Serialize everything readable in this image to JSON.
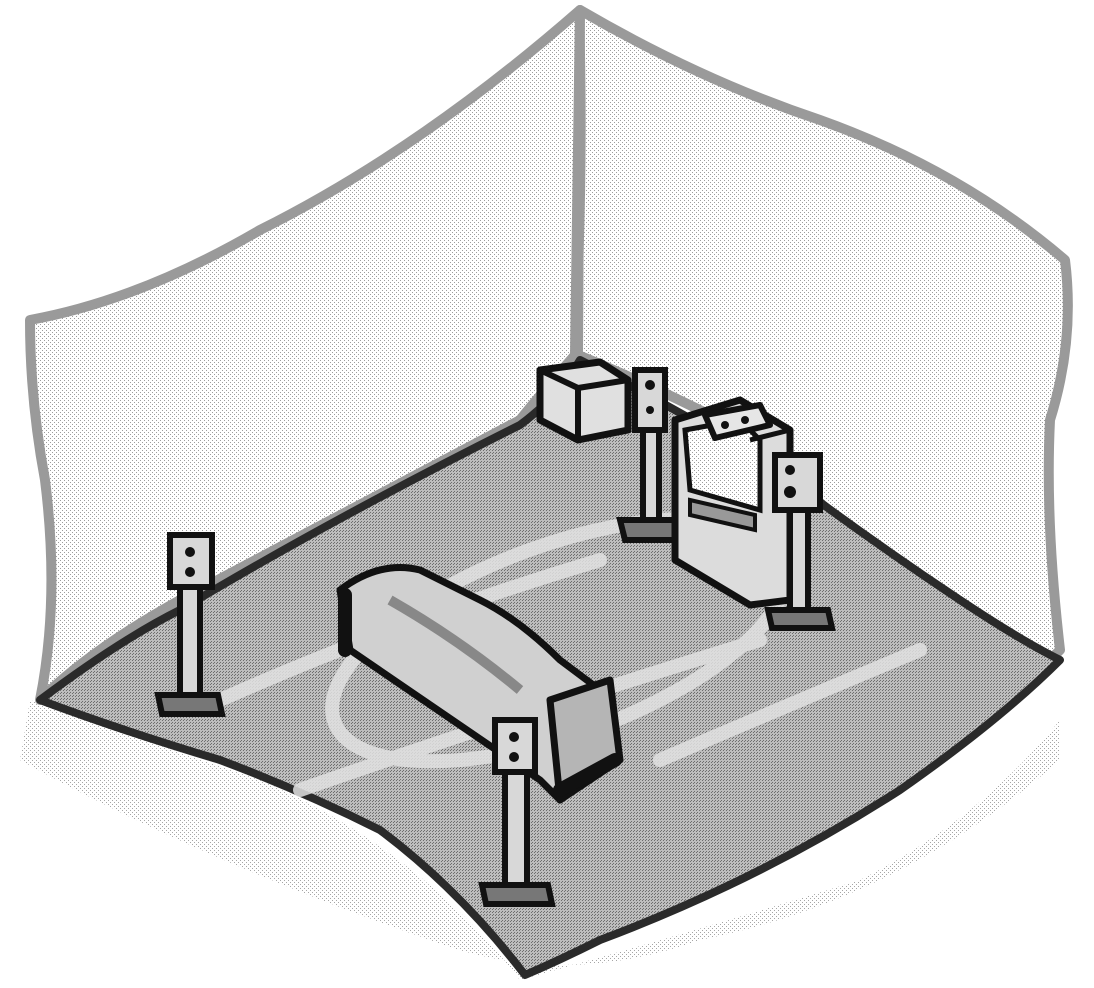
{
  "colors": {
    "background": "#ffffff",
    "wall_fill": "#e6e6e6",
    "wall_outline": "#9a9a9a",
    "floor_fill": "#a9a9a9",
    "floor_edge": "#3a3a3a",
    "floor_highlight": "#d0d0d0",
    "furniture_fill": "#cfcfcf",
    "furniture_dark": "#8a8a8a",
    "ink": "#111111"
  },
  "scene": {
    "room": [
      "back-left-wall",
      "back-right-wall",
      "floor"
    ],
    "speakers": [
      "rear-left-speaker",
      "front-left-speaker",
      "center-speaker",
      "front-right-speaker",
      "rear-right-speaker",
      "subwoofer"
    ],
    "furniture": [
      "sofa",
      "tv-cabinet"
    ]
  }
}
